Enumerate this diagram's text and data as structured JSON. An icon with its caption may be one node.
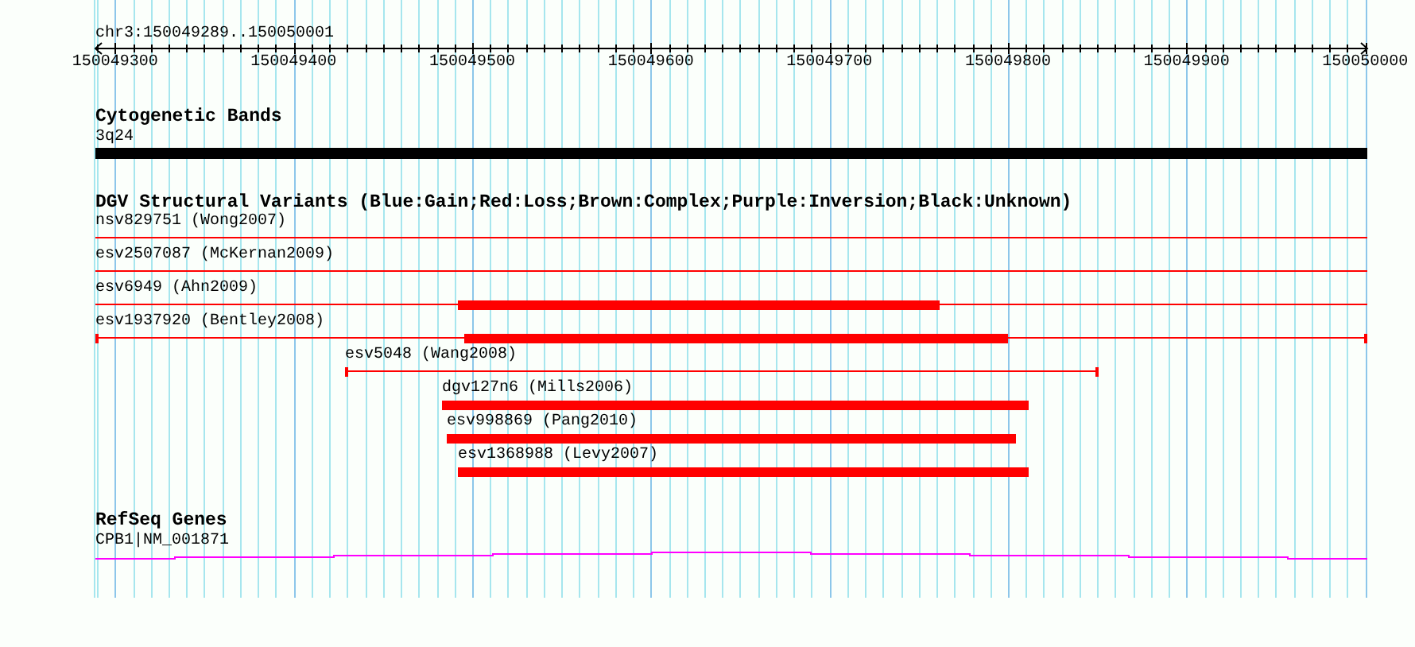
{
  "diagram": {
    "nodes": [
      {
        "text": [
          "3q24"
        ]
      },
      {
        "text": [
          "nsv829751 (Wong2007)"
        ]
      },
      {
        "text": [
          "esv2507087 (McKernan2009)"
        ]
      },
      {
        "text": [
          "esv6949 (Ahn2009)"
        ]
      },
      {
        "text": [
          "esv1937920 (Bentley2008)"
        ]
      },
      {
        "text": [
          "esv5048 (Wang2008)"
        ]
      },
      {
        "text": [
          "dgv127n6 (Mills2006)"
        ]
      },
      {
        "text": [
          "esv998869 (Pang2010)"
        ]
      },
      {
        "text": [
          "esv1368988 (Levy2007)"
        ]
      },
      {
        "text": [
          "CPB1|NM_001871"
        ]
      }
    ],
    "labels": [
      "chr3:150049289..150050001",
      "150049300",
      "150049400",
      "150049500",
      "150049600",
      "150049700",
      "150049800",
      "150049900",
      "150050000",
      "Cytogenetic Bands",
      "DGV Structural Variants (Blue:Gain;Red:Loss;Brown:Complex;Purple:Inversion;Black:Unknown)",
      "RefSeq Genes"
    ]
  }
}
